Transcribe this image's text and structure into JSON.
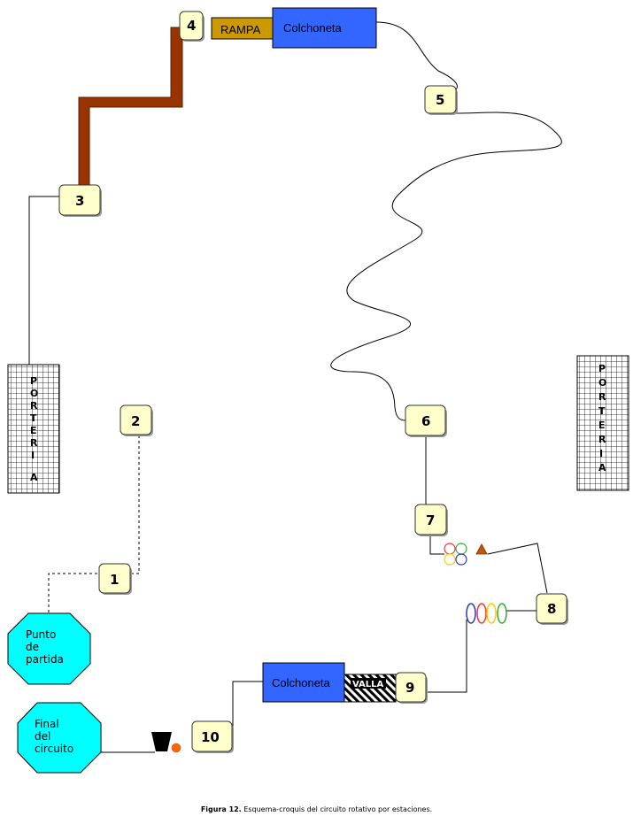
{
  "stations": [
    "1",
    "2",
    "3",
    "4",
    "5",
    "6",
    "7",
    "8",
    "9",
    "10"
  ],
  "ramp_label": "RAMPA",
  "mat_label_top": "Colchoneta",
  "mat_label_bottom": "Colchoneta",
  "hurdle_label": "VALLA",
  "goal_left_letters": [
    "P",
    "O",
    "R",
    "T",
    "E",
    "R",
    "I",
    "A"
  ],
  "goal_right_letters": [
    "P",
    "O",
    "R",
    "T",
    "E",
    "R",
    "I",
    "A"
  ],
  "start": [
    "Punto",
    "de",
    "partida"
  ],
  "finish": [
    "Final",
    "del",
    "circuito"
  ],
  "caption": {
    "figure": "Figura 12.",
    "text": " Esquema-croquis del circuito rotativo por estaciones."
  },
  "colors": {
    "mat": "#3366ff",
    "ramp": "#cc9900",
    "beam": "#993300",
    "octagon": "#00ffff",
    "station": "#ffffcc",
    "cone": "#cc5500"
  }
}
